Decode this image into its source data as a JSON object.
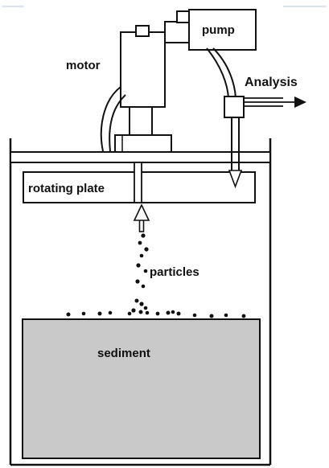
{
  "labels": {
    "pump": "pump",
    "motor": "motor",
    "analysis": "Analysis",
    "rotating_plate": "rotating plate",
    "particles": "particles",
    "sediment": "sediment"
  },
  "colors": {
    "line": "#111111",
    "sediment_fill": "#c9c9c9",
    "plate_fill": "#ffffff",
    "accent_line": "#c8d8ea"
  }
}
